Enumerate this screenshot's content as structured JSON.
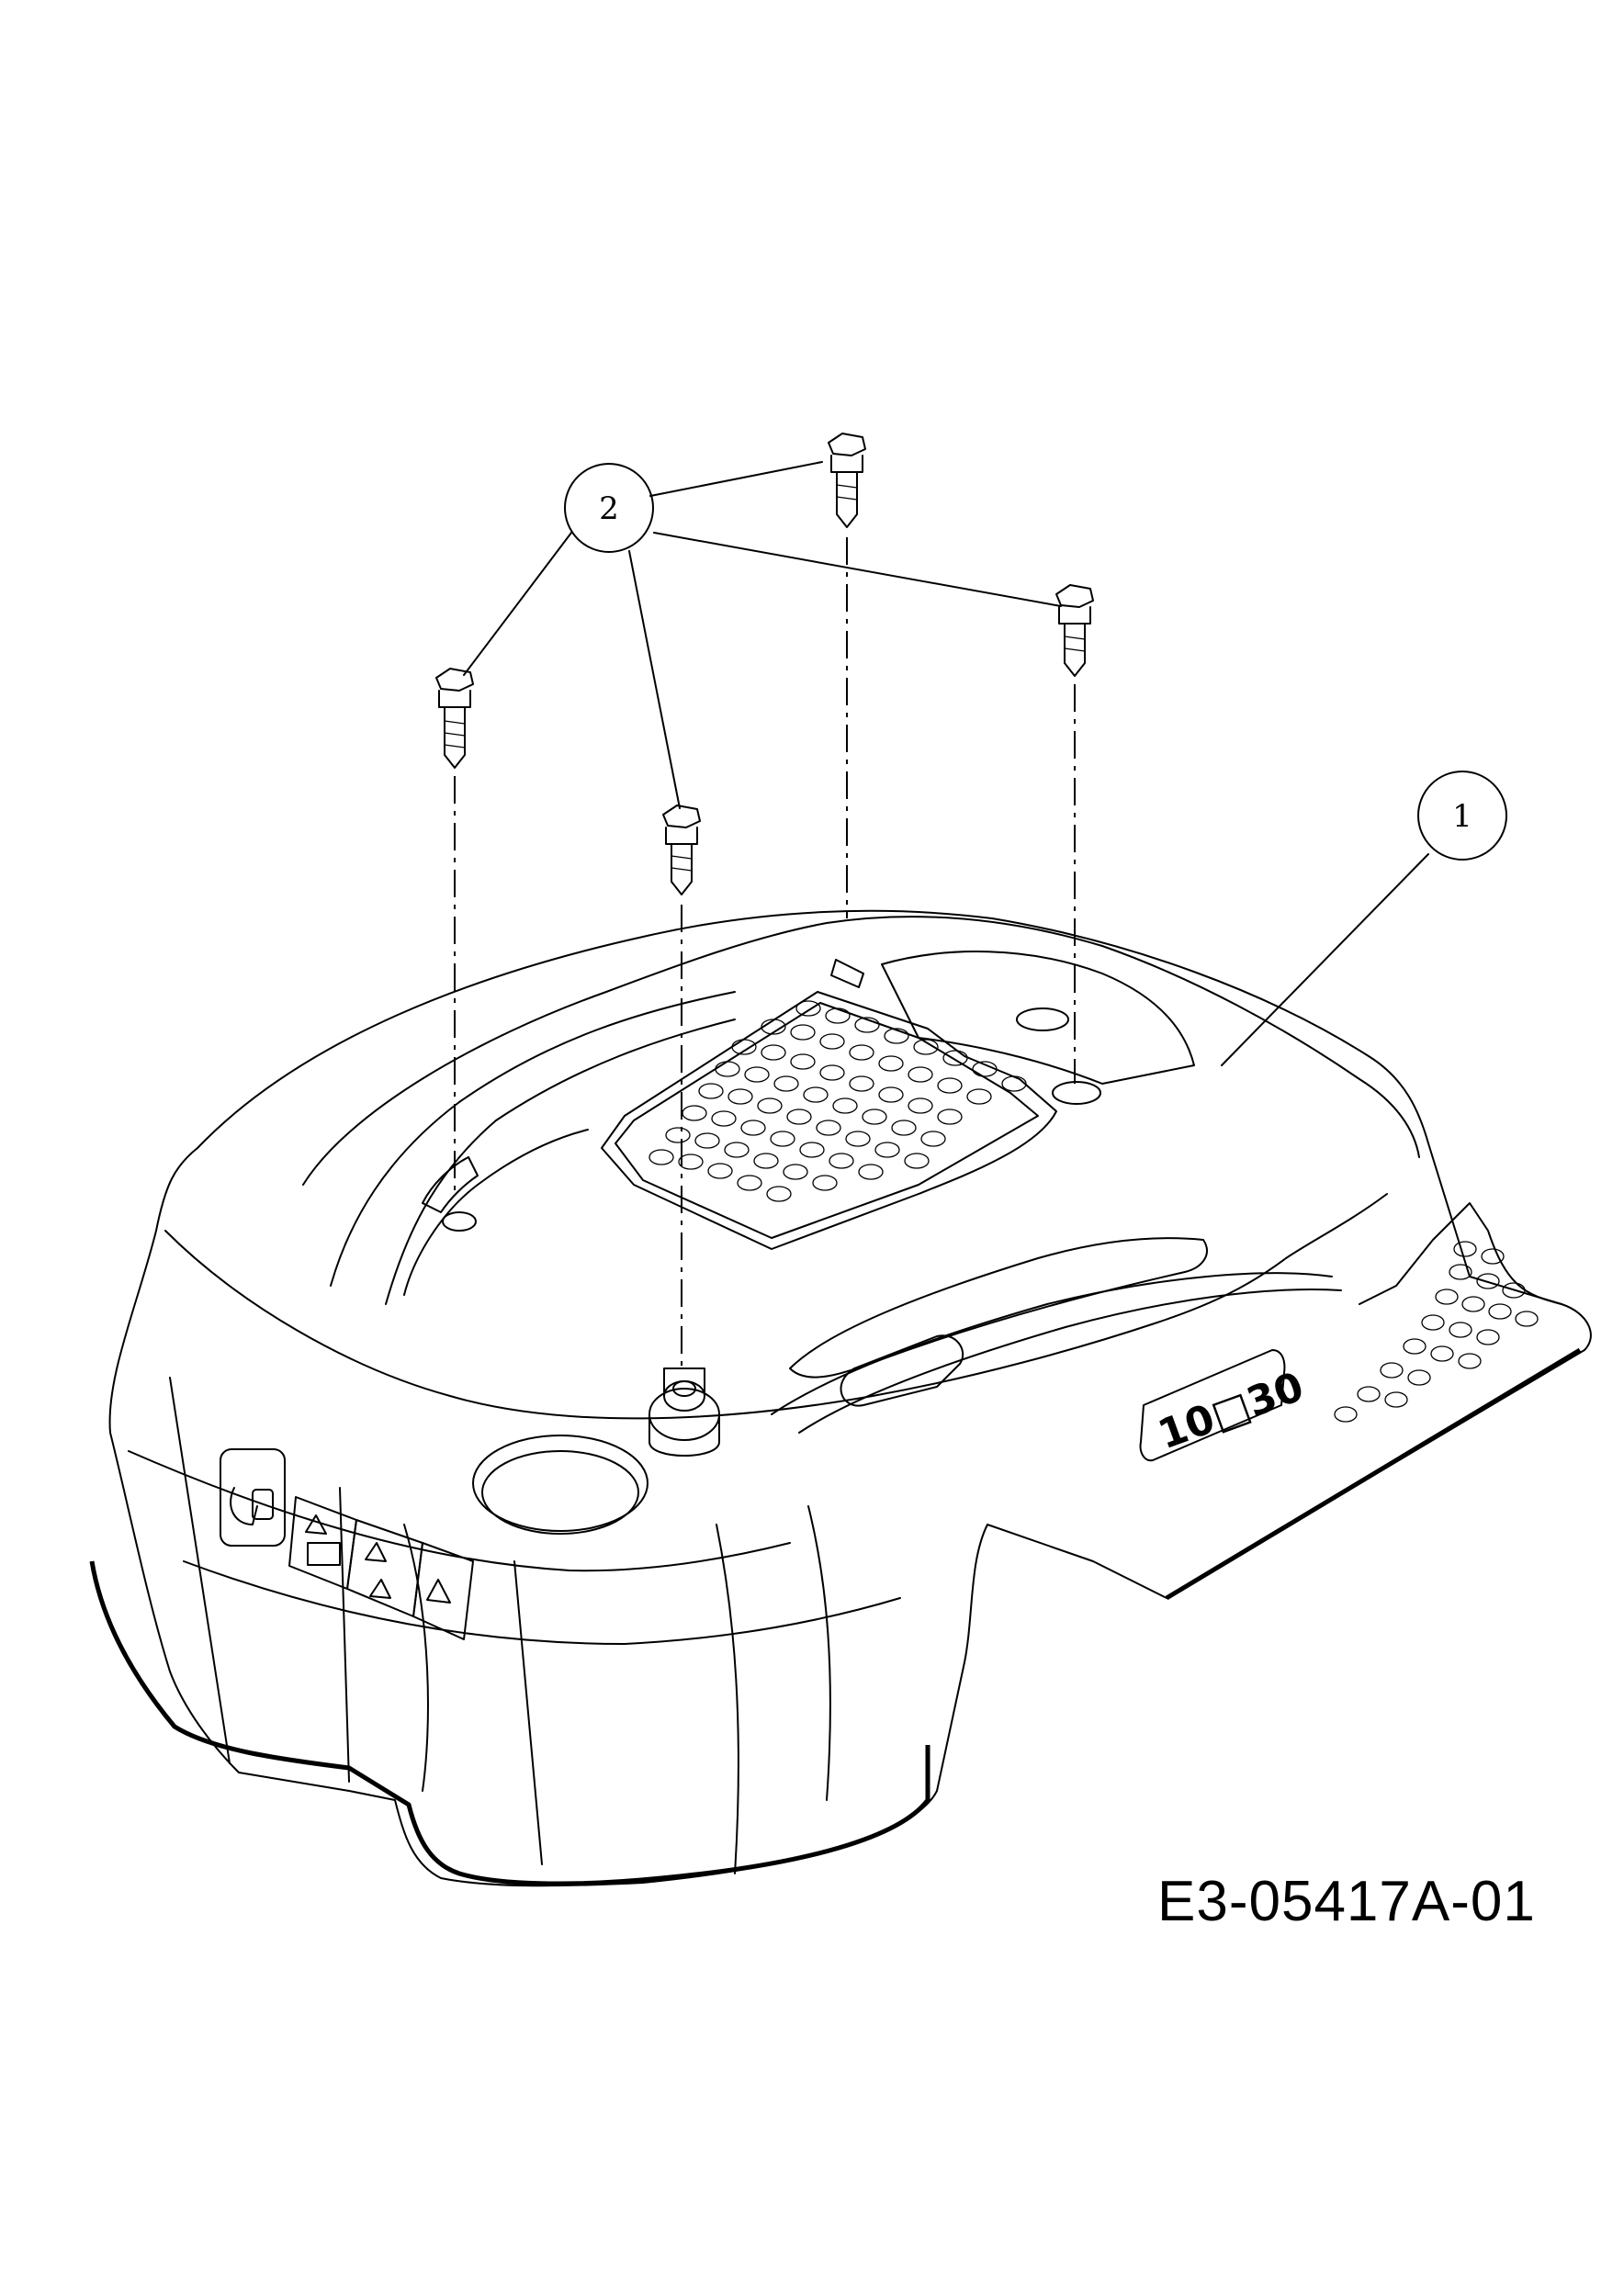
{
  "drawing": {
    "part_code": "E3-05417A-01",
    "callouts": [
      {
        "id": "callout-1",
        "label": "1",
        "refers_to": "engine hood / cover"
      },
      {
        "id": "callout-2",
        "label": "2",
        "refers_to": "hex flange screws (4)"
      }
    ],
    "hood_badge_text": "10□30"
  }
}
